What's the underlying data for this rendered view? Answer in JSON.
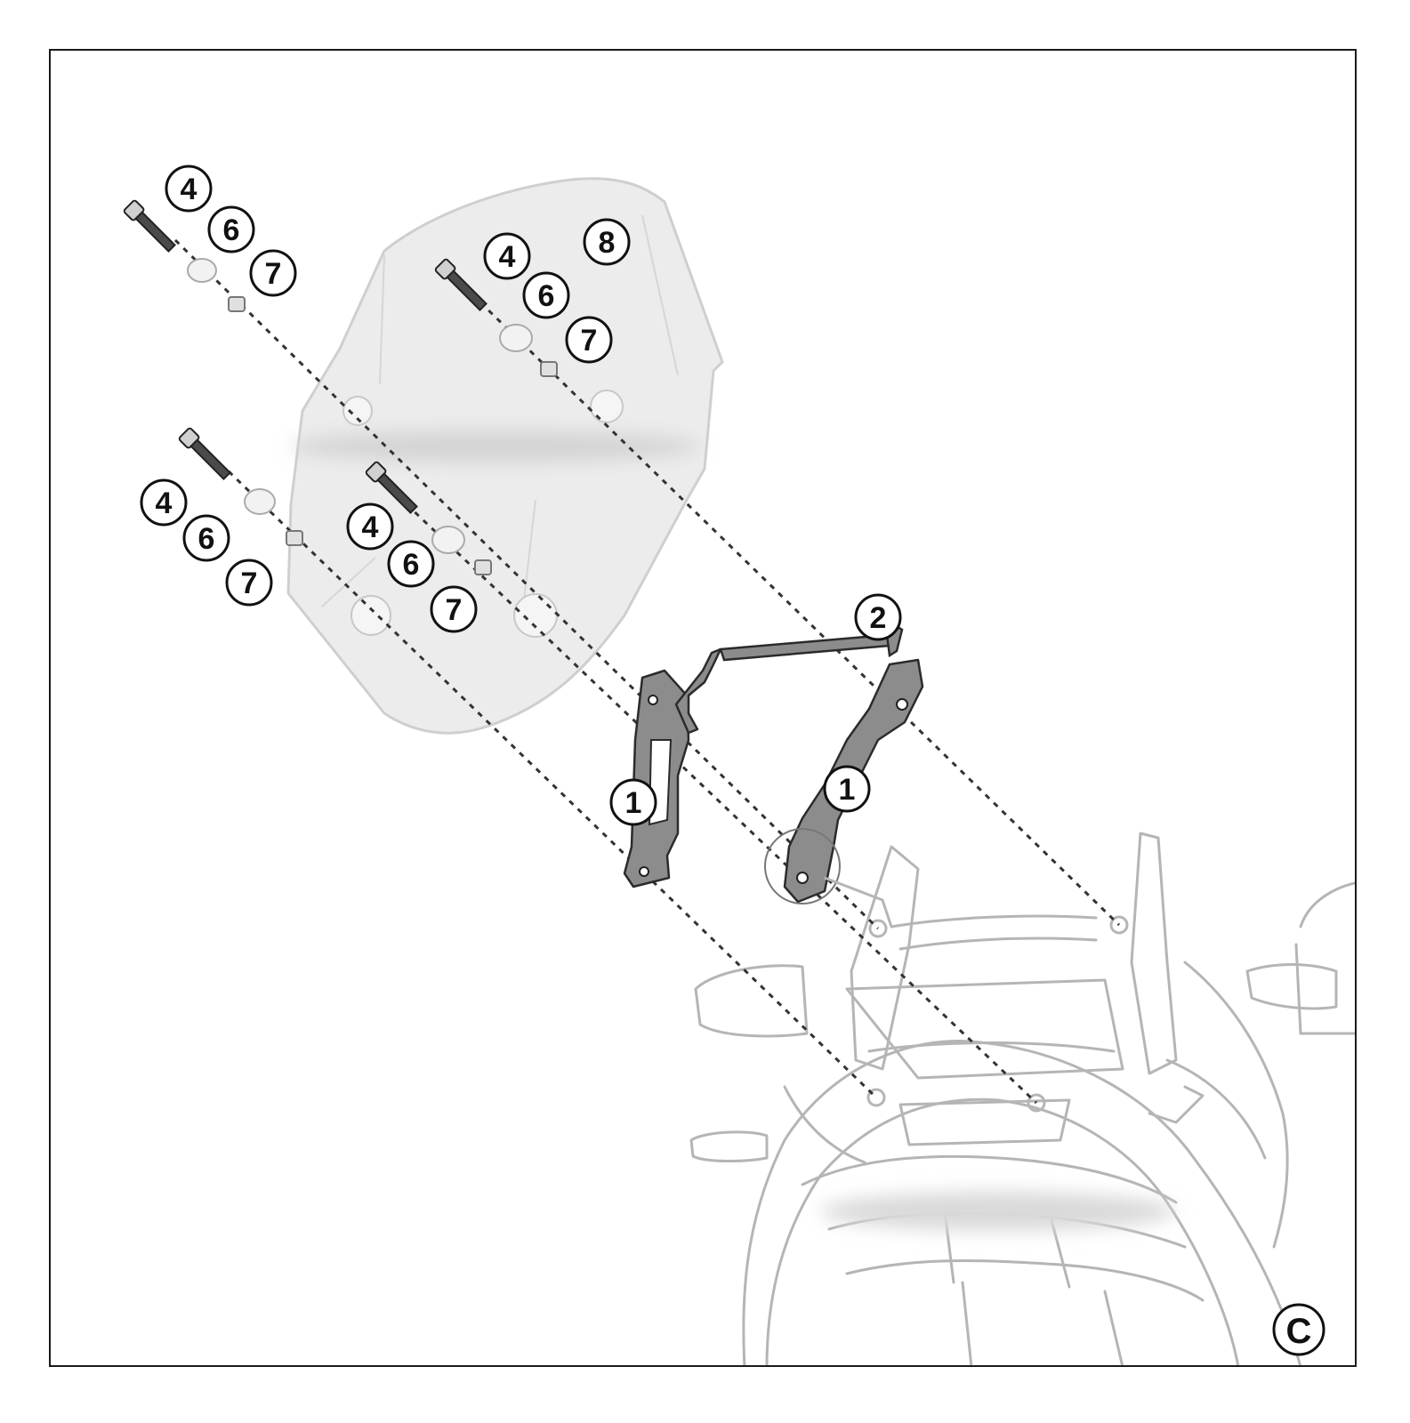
{
  "panel_letter": "C",
  "parts": {
    "bracket": "1",
    "crossbar": "2",
    "screw": "4",
    "washer": "6",
    "nut": "7",
    "windscreen": "8"
  },
  "colors": {
    "frame": "#1a1a1a",
    "part_fill": "#8c8c8c",
    "part_outline": "#2b2b2b",
    "windscreen_fill": "#eeeeee",
    "motorcycle_line": "#b8b8b8",
    "callout_circle": "#111111",
    "dashed_line": "#333333"
  }
}
